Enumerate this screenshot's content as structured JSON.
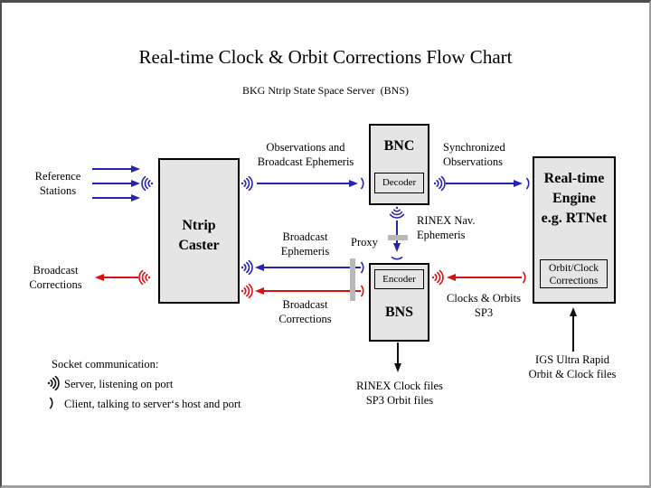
{
  "title": "Real-time Clock & Orbit Corrections Flow Chart",
  "subtitle": "BKG Ntrip State Space Server  (BNS)",
  "colors": {
    "blue": "#2424b2",
    "red": "#da1010",
    "box_fill": "#e5e5e5",
    "box_border": "#000000",
    "proxy_bar": "#b9b9b9",
    "frame_dark": "#4d4d4d",
    "frame_light": "#9e9e9e"
  },
  "nodes": {
    "ntrip_caster": {
      "label_lines": [
        "Ntrip",
        "Caster"
      ]
    },
    "bnc": {
      "label": "BNC",
      "sub": "Decoder"
    },
    "bns": {
      "label": "BNS",
      "sub": "Encoder"
    },
    "rte": {
      "label_lines": [
        "Real-time",
        "Engine",
        "e.g. RTNet"
      ],
      "sub_lines": [
        "Orbit/Clock",
        "Corrections"
      ]
    }
  },
  "labels": {
    "reference_stations": [
      "Reference",
      "Stations"
    ],
    "broadcast_corrections_left": [
      "Broadcast",
      "Corrections"
    ],
    "obs_broadcast_eph": [
      "Observations and",
      "Broadcast Ephemeris"
    ],
    "synchronized_obs": [
      "Synchronized",
      "Observations"
    ],
    "rinex_nav": [
      "RINEX Nav.",
      "Ephemeris"
    ],
    "broadcast_eph_mid": [
      "Broadcast",
      "Ephemeris"
    ],
    "proxy": "Proxy",
    "broadcast_corrections_mid": [
      "Broadcast",
      "Corrections"
    ],
    "clocks_orbits": [
      "Clocks & Orbits",
      "SP3"
    ],
    "rinex_clock_files": [
      "RINEX Clock files",
      "SP3 Orbit files"
    ],
    "igs_ultra_rapid": [
      "IGS Ultra Rapid",
      "Orbit & Clock files"
    ]
  },
  "legend": {
    "heading": "Socket communication:",
    "server": "Server, listening on port",
    "client": "Client, talking to server‘s host and port"
  }
}
